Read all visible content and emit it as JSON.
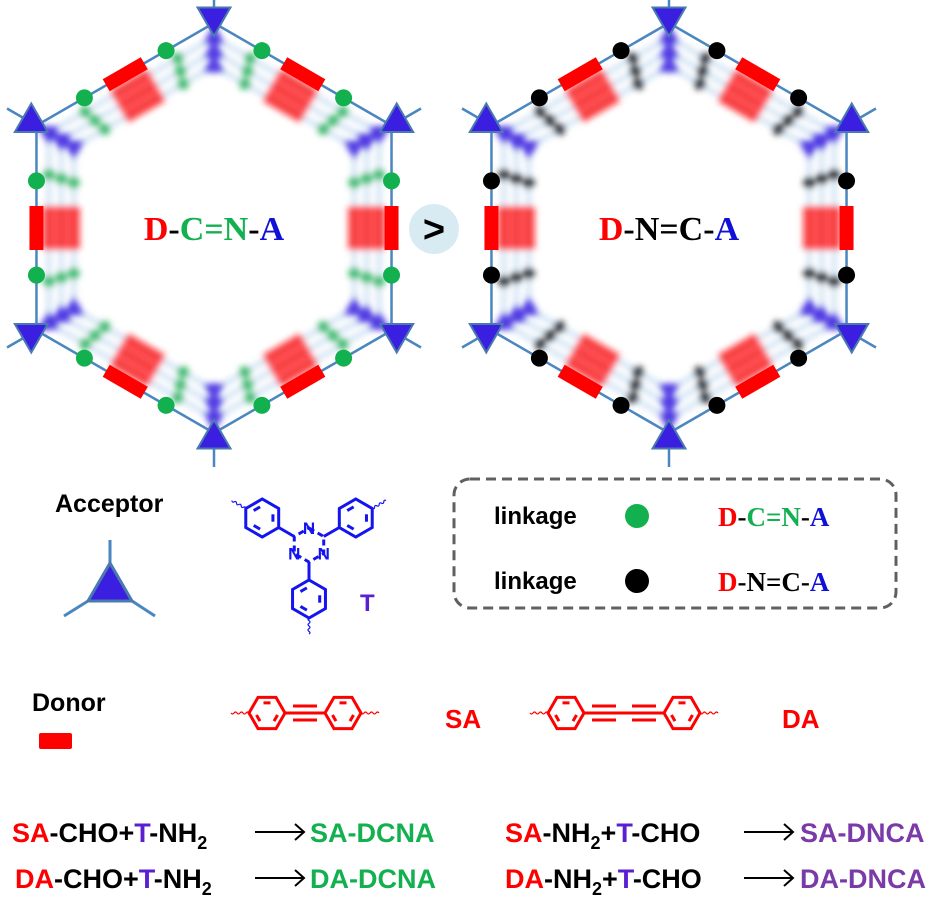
{
  "colors": {
    "donor": "#ff0000",
    "acceptor_fill": "#3b1fe0",
    "acceptor_edge": "#4a7ab0",
    "frame_line": "#4a86c0",
    "linkage_dcna": "#13b050",
    "linkage_dnca": "#000000",
    "acceptor_text": "#1010d8",
    "molecule_T": "#1414f0",
    "T_label": "#5a1fd0",
    "dcna_product": "#13b050",
    "dnca_product": "#7a3aa8",
    "compare_bg": "#d9ebf2",
    "legend_border": "#606060"
  },
  "frameworks": [
    {
      "name": "dcna",
      "linkage": "dcna",
      "label": [
        {
          "text": "D",
          "role": "donor"
        },
        {
          "text": "-",
          "role": "plain"
        },
        {
          "text": "C=N",
          "role": "linkage"
        },
        {
          "text": "-",
          "role": "plain"
        },
        {
          "text": "A",
          "role": "acceptor"
        }
      ]
    },
    {
      "name": "dnca",
      "linkage": "dnca",
      "label": [
        {
          "text": "D",
          "role": "donor"
        },
        {
          "text": "-N=C-",
          "role": "plain"
        },
        {
          "text": "A",
          "role": "acceptor"
        }
      ]
    }
  ],
  "comparison_symbol": ">",
  "acceptor": {
    "title": "Acceptor",
    "molecule_label": "T",
    "atom": "N"
  },
  "donor": {
    "title": "Donor",
    "molecules": [
      "SA",
      "DA"
    ]
  },
  "legend": {
    "rows": [
      {
        "label": "linkage",
        "dot": "dcna",
        "formula": [
          {
            "text": "D",
            "role": "donor"
          },
          {
            "text": "-",
            "role": "plain"
          },
          {
            "text": "C=N",
            "role": "linkage"
          },
          {
            "text": "-",
            "role": "plain"
          },
          {
            "text": "A",
            "role": "acceptor"
          }
        ]
      },
      {
        "label": "linkage",
        "dot": "dnca",
        "formula": [
          {
            "text": "D",
            "role": "donor"
          },
          {
            "text": "-N=C-",
            "role": "plain"
          },
          {
            "text": "A",
            "role": "acceptor"
          }
        ]
      }
    ]
  },
  "reactions": [
    {
      "donor": "SA",
      "mid1": "-CHO+",
      "acc": "T",
      "mid2": "-NH",
      "sub": "2",
      "tail": "",
      "product": "SA-DCNA",
      "product_type": "dcna"
    },
    {
      "donor": "SA",
      "mid1": "-NH",
      "sub": "2",
      "mid2b": "+",
      "acc": "T",
      "tail": "-CHO",
      "product": "SA-DNCA",
      "product_type": "dnca"
    },
    {
      "donor": "DA",
      "mid1": "-CHO+",
      "acc": "T",
      "mid2": "-NH",
      "sub": "2",
      "tail": "",
      "product": "DA-DCNA",
      "product_type": "dcna"
    },
    {
      "donor": "DA",
      "mid1": "-NH",
      "sub": "2",
      "mid2b": "+",
      "acc": "T",
      "tail": "-CHO",
      "product": "DA-DNCA",
      "product_type": "dnca"
    }
  ]
}
